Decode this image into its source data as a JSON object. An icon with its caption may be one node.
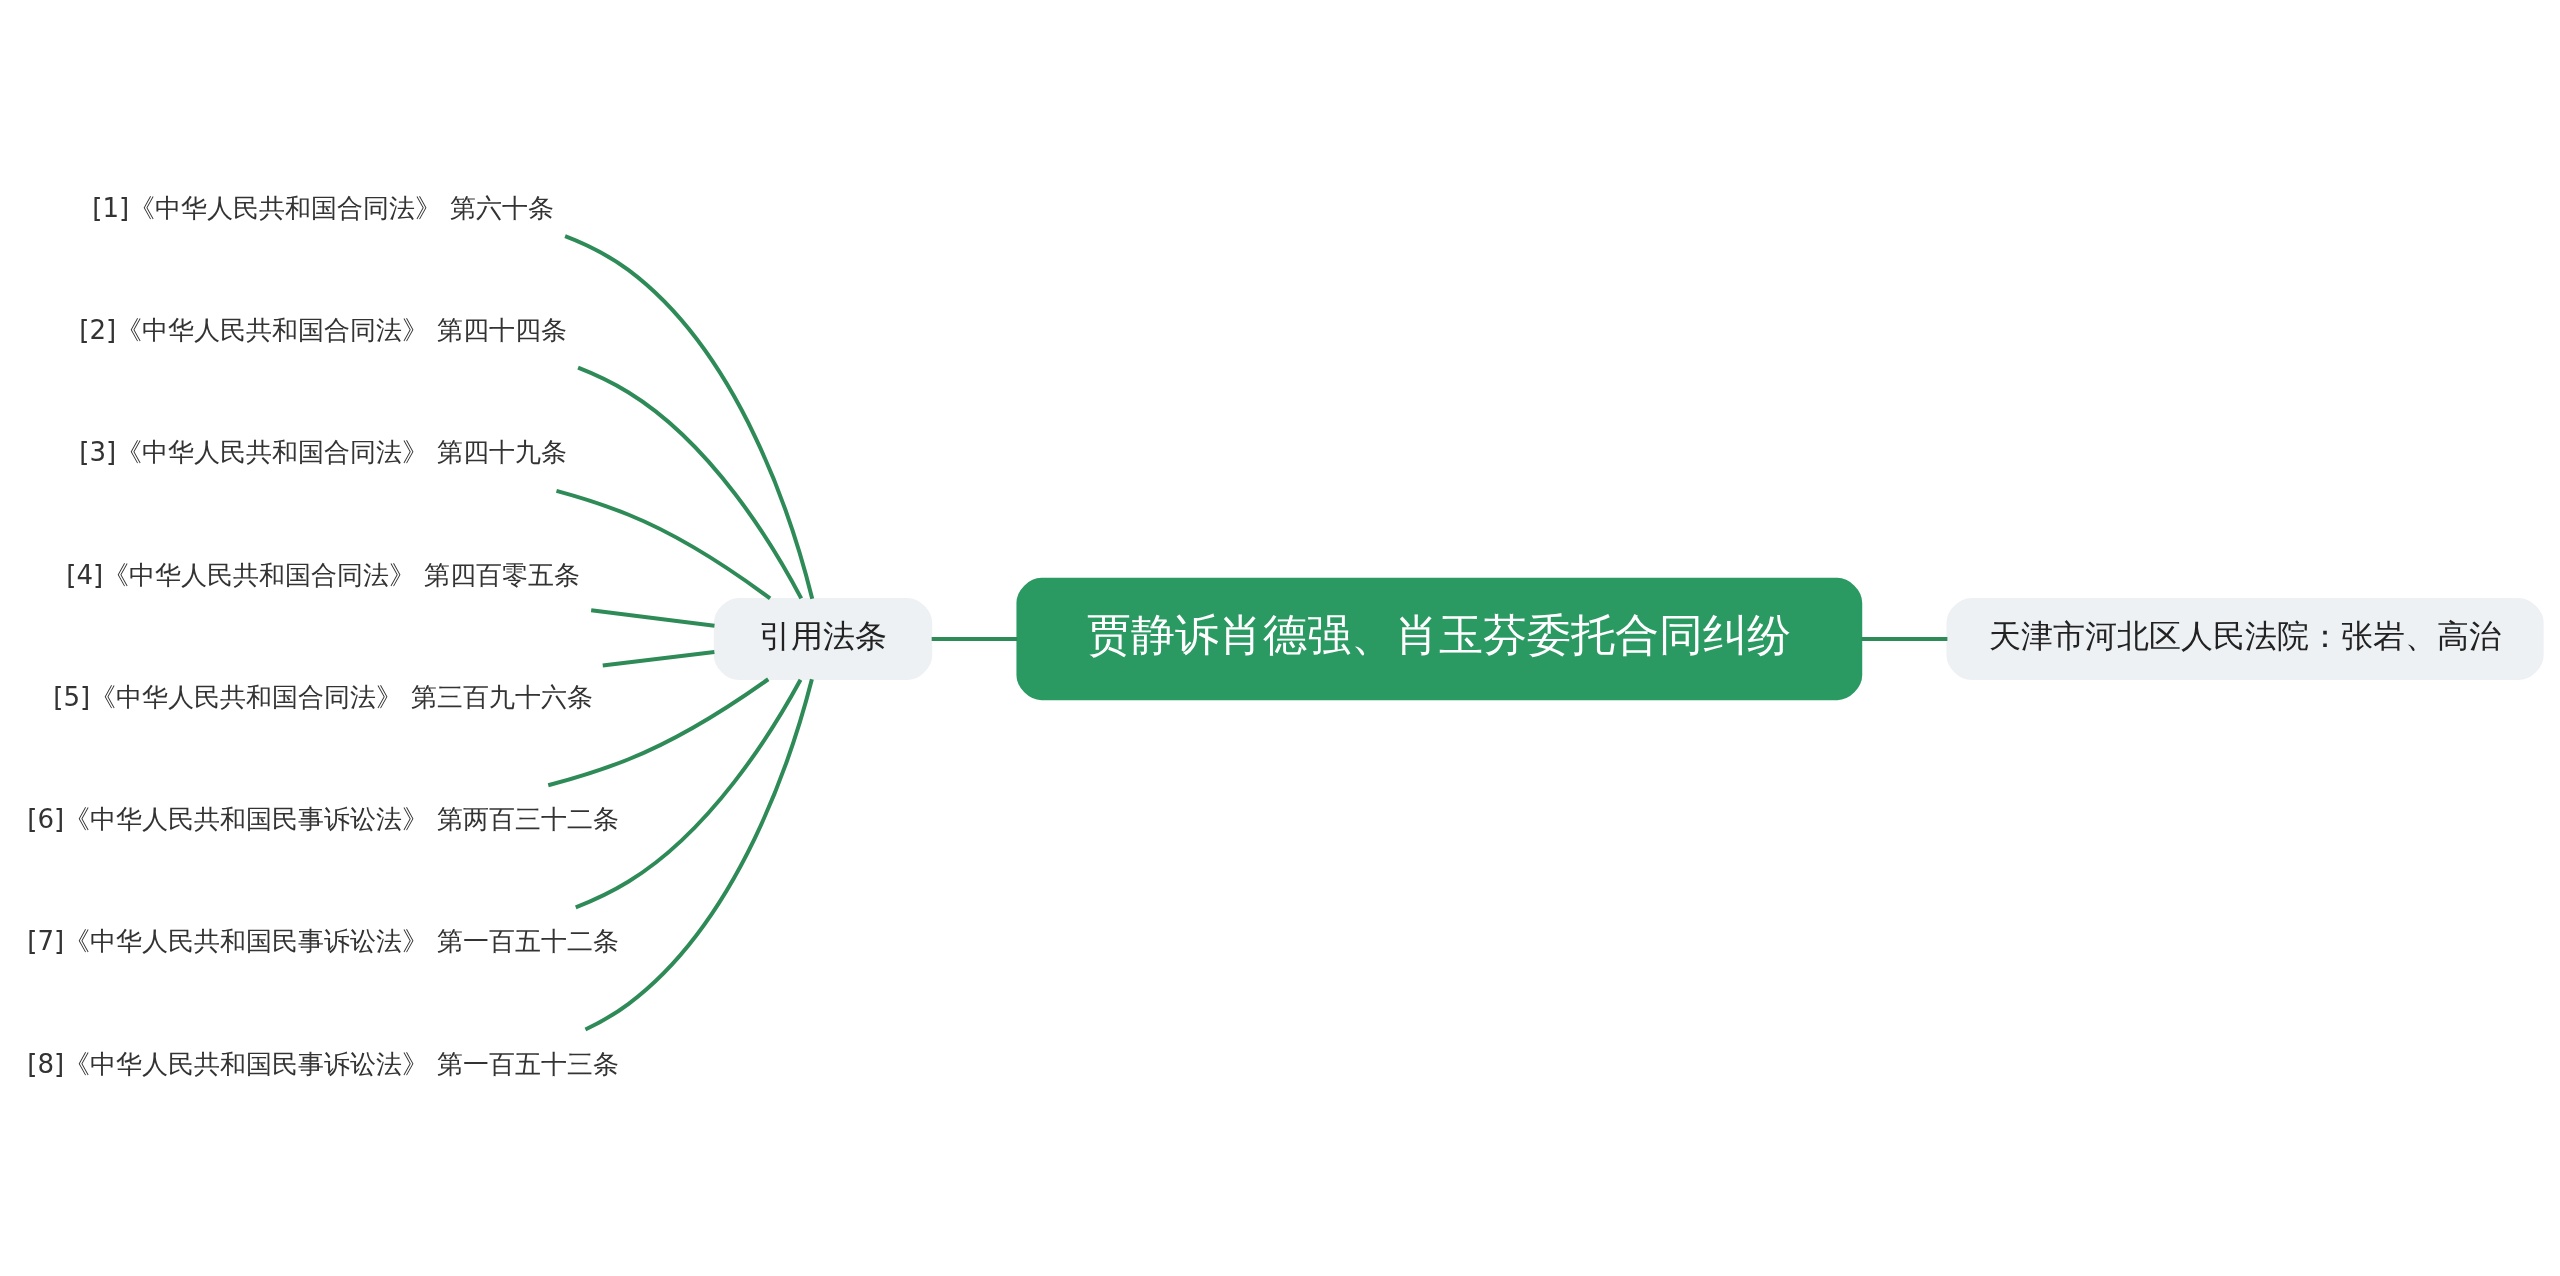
{
  "diagram": {
    "nodes": [
      {
        "text": [
          "贾静诉肖德强、肖玉芬委托合同纠纷"
        ]
      },
      {
        "text": [
          "引用法条"
        ]
      },
      {
        "text": [
          "天津市河北区人民法院：张岩、高治"
        ]
      },
      {
        "text": [
          "[1]《中华人民共和国合同法》 第六十条"
        ]
      },
      {
        "text": [
          "[2]《中华人民共和国合同法》 第四十四条"
        ]
      },
      {
        "text": [
          "[3]《中华人民共和国合同法》 第四十九条"
        ]
      },
      {
        "text": [
          "[4]《中华人民共和国合同法》 第四百零五条"
        ]
      },
      {
        "text": [
          "[5]《中华人民共和国合同法》 第三百九十六条"
        ]
      },
      {
        "text": [
          "[6]《中华人民共和国民事诉讼法》 第两百三十二条"
        ]
      },
      {
        "text": [
          "[7]《中华人民共和国民事诉讼法》 第一百五十二条"
        ]
      },
      {
        "text": [
          "[8]《中华人民共和国民事诉讼法》 第一百五十三条"
        ]
      }
    ],
    "edges": [
      {
        "from": 0,
        "to": 1,
        "arrow": "none"
      },
      {
        "from": 0,
        "to": 2,
        "arrow": "none"
      },
      {
        "from": 1,
        "to": 3,
        "arrow": "none"
      },
      {
        "from": 1,
        "to": 4,
        "arrow": "none"
      },
      {
        "from": 1,
        "to": 5,
        "arrow": "none"
      },
      {
        "from": 1,
        "to": 6,
        "arrow": "none"
      },
      {
        "from": 1,
        "to": 7,
        "arrow": "none"
      },
      {
        "from": 1,
        "to": 8,
        "arrow": "none"
      },
      {
        "from": 1,
        "to": 9,
        "arrow": "none"
      },
      {
        "from": 1,
        "to": 10,
        "arrow": "none"
      }
    ]
  }
}
